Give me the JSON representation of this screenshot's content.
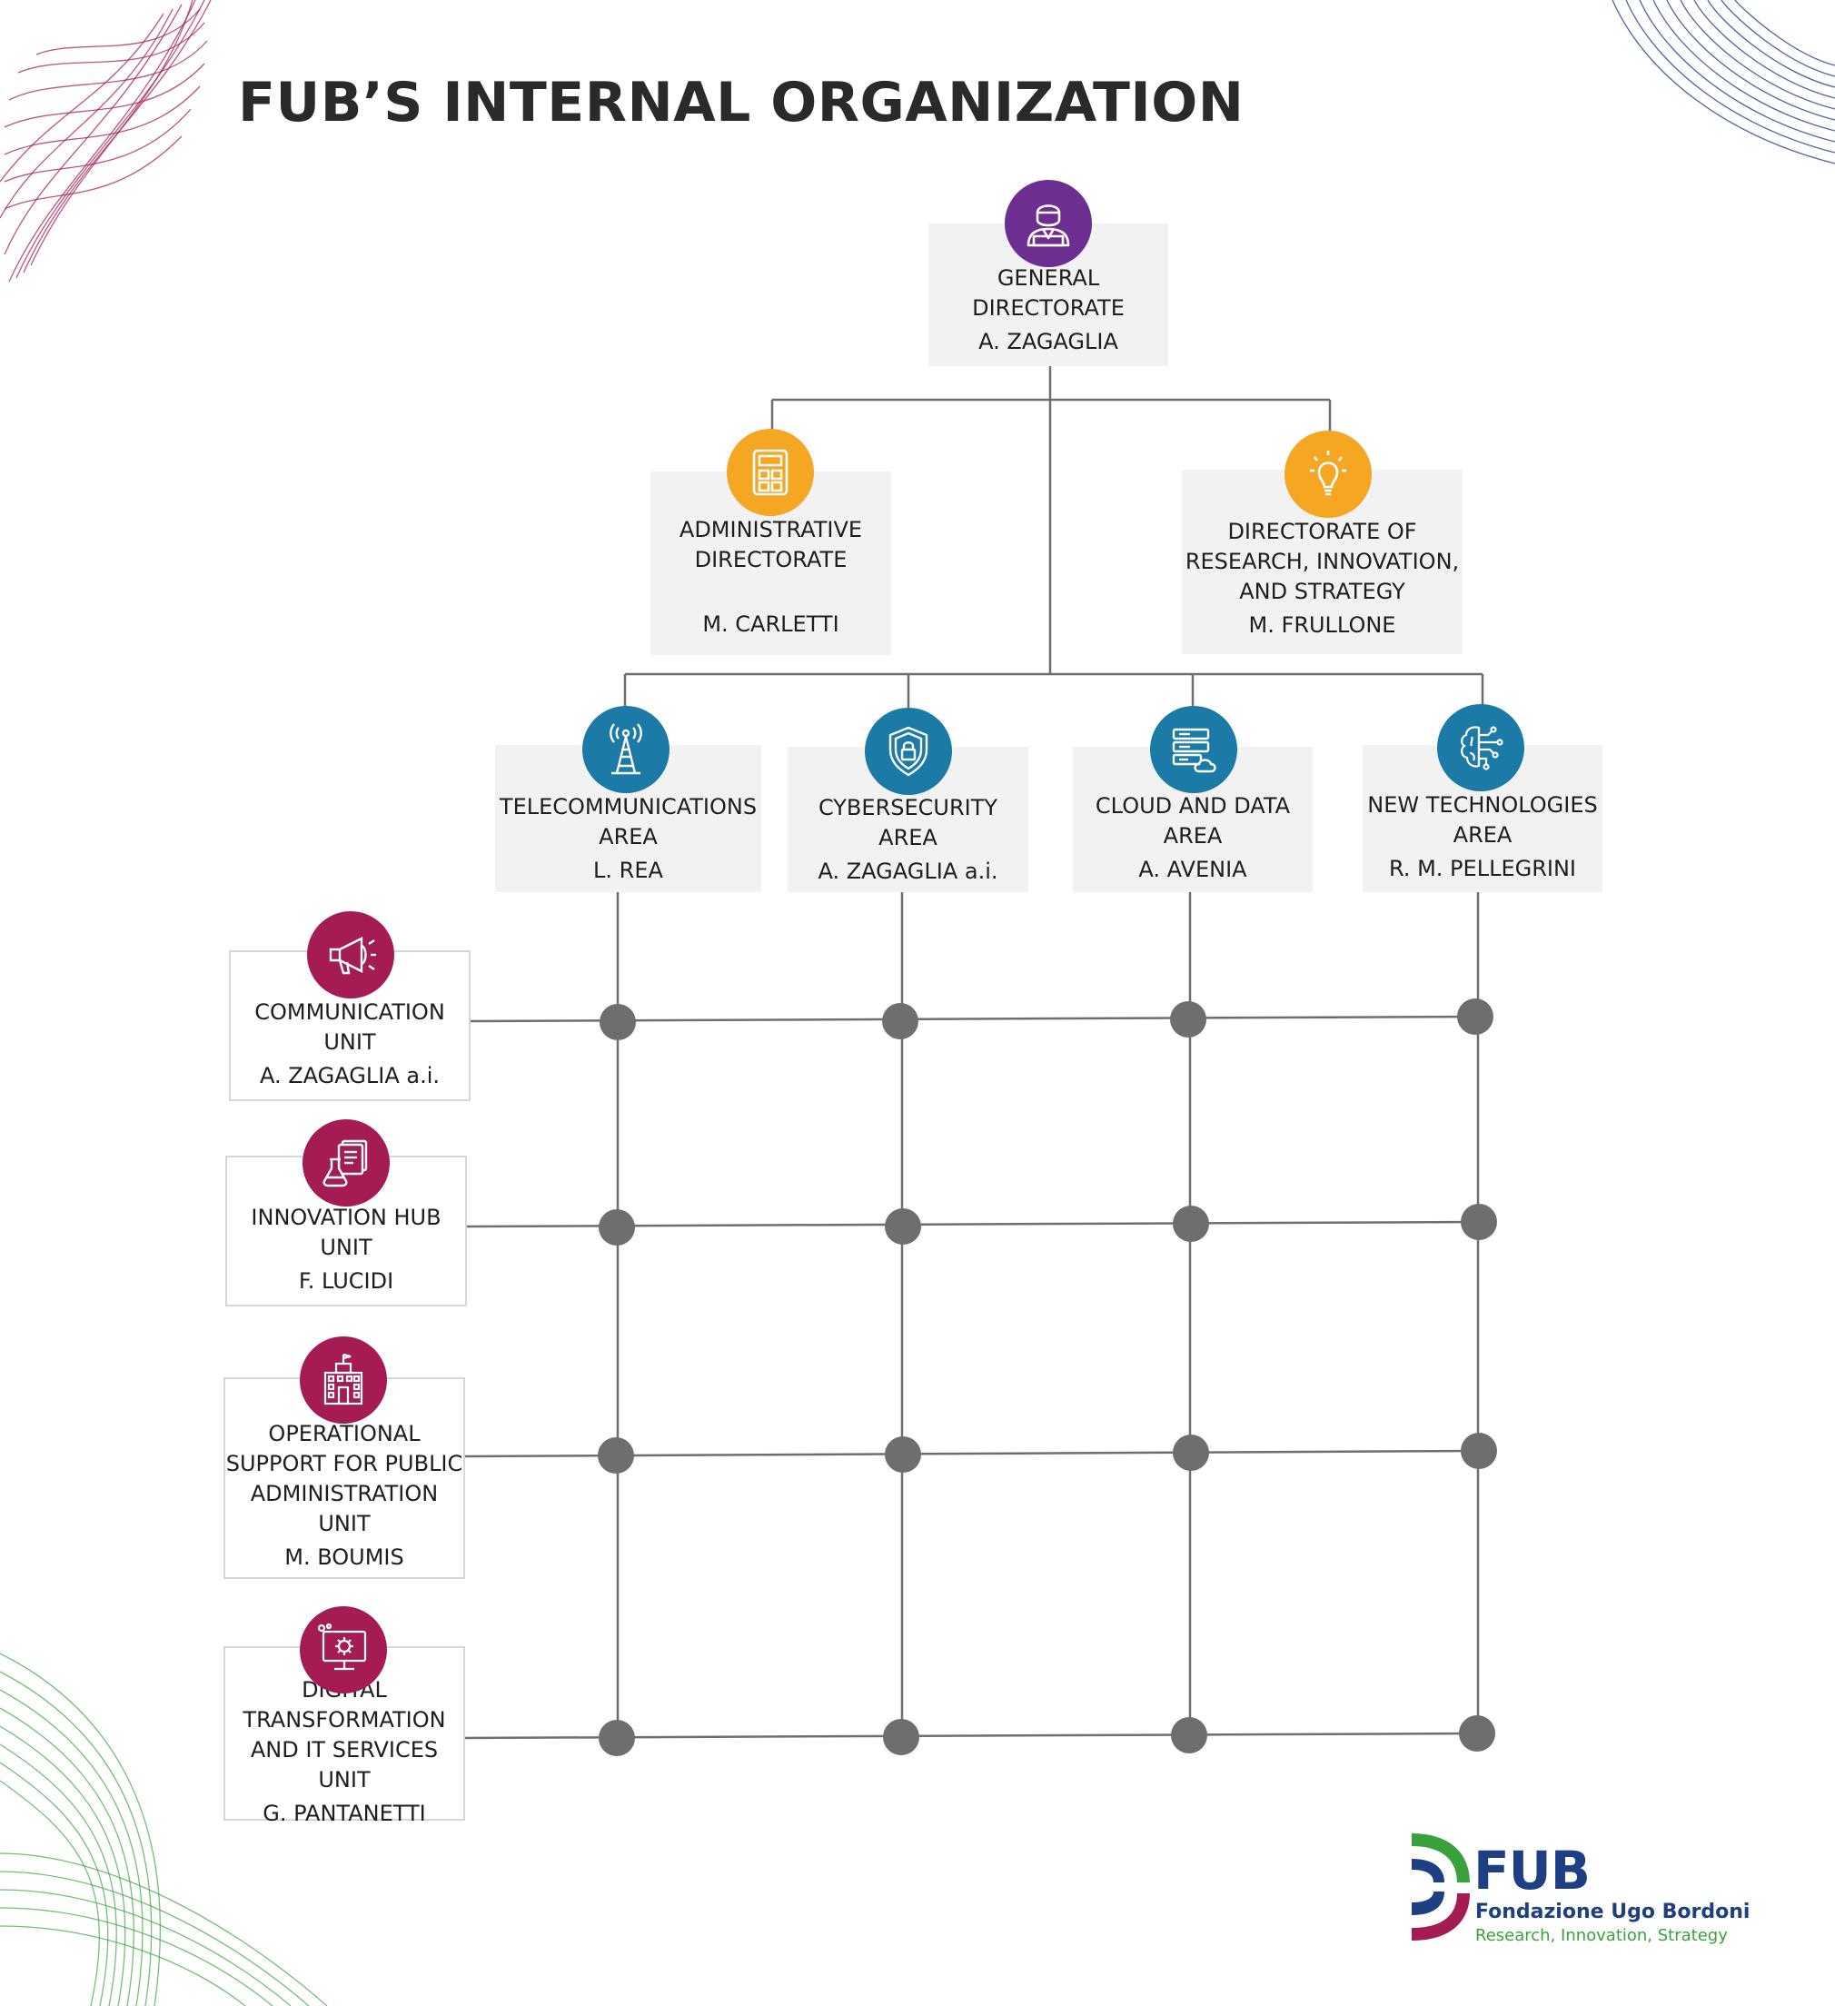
{
  "title": "FUB’S INTERNAL ORGANIZATION",
  "general": {
    "line1": "GENERAL",
    "line2": "DIRECTORATE",
    "name": "A.  ZAGAGLIA",
    "icon": "manager-icon"
  },
  "admin": {
    "line1": "ADMINISTRATIVE",
    "line2": "DIRECTORATE",
    "name": "M. CARLETTI",
    "icon": "calculator-icon"
  },
  "research": {
    "line1": "DIRECTORATE OF",
    "line2": "RESEARCH, INNOVATION,",
    "line3": "AND STRATEGY",
    "name": "M. FRULLONE",
    "icon": "lightbulb-icon"
  },
  "areas": [
    {
      "line1": "TELECOMMUNICATIONS",
      "line2": "AREA",
      "name": "L. REA",
      "icon": "antenna-tower-icon"
    },
    {
      "line1": "CYBERSECURITY",
      "line2": "AREA",
      "name": "A.  ZAGAGLIA a.i.",
      "icon": "shield-lock-icon"
    },
    {
      "line1": "CLOUD AND DATA",
      "line2": "AREA",
      "name": "A.  AVENIA",
      "icon": "server-cloud-icon"
    },
    {
      "line1": "NEW TECHNOLOGIES",
      "line2": "AREA",
      "name": "R. M. PELLEGRINI",
      "icon": "brain-circuit-icon"
    }
  ],
  "units": [
    {
      "line1": "COMMUNICATION",
      "line2": "UNIT",
      "name": "A.  ZAGAGLIA a.i.",
      "icon": "megaphone-icon"
    },
    {
      "line1": "INNOVATION HUB",
      "line2": "UNIT",
      "name": "F. LUCIDI",
      "icon": "lab-document-icon"
    },
    {
      "line1": "OPERATIONAL",
      "line2": "SUPPORT FOR PUBLIC",
      "line3": "ADMINISTRATION",
      "line4": "UNIT",
      "name": "M. BOUMIS",
      "icon": "building-icon"
    },
    {
      "line1": "DIGITAL",
      "line2": "TRANSFORMATION",
      "line3": "AND IT SERVICES UNIT",
      "name": "G. PANTANETTI",
      "icon": "monitor-gear-icon"
    }
  ],
  "logo": {
    "mark": "FUB",
    "name": "Fondazione Ugo Bordoni",
    "tagline": "Research, Innovation, Strategy"
  },
  "colors": {
    "general": "#6d2e91",
    "directorates": "#f5a623",
    "areas": "#1b7aa6",
    "units": "#a51c55",
    "connector": "#6e6e6e",
    "node": "#6e6e6e",
    "box_fill": "#f2f2f2",
    "logo_blue": "#1f3f83",
    "logo_green": "#3aa23c"
  }
}
